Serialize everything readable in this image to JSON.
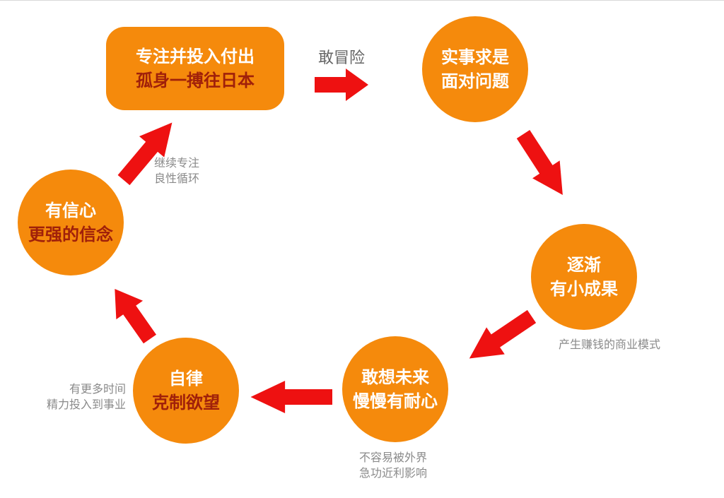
{
  "colors": {
    "node_fill": "#f58a0c",
    "arrow": "#ee1111",
    "dark_text": "#a0200a",
    "note_text": "#8a8a8a"
  },
  "nodes": {
    "top": {
      "line1": "专注并投入付出",
      "line2": "孤身一搏往日本"
    },
    "right_top": {
      "line1": "实事求是",
      "line2": "面对问题"
    },
    "right_mid": {
      "line1": "逐渐",
      "line2": "有小成果"
    },
    "bottom_right": {
      "line1": "敢想未来",
      "line2": "慢慢有耐心"
    },
    "bottom_left": {
      "line1": "自律",
      "line2": "克制欲望"
    },
    "left": {
      "line1": "有信心",
      "line2": "更强的信念"
    }
  },
  "labels": {
    "top_arrow": "敢冒险",
    "right_mid_note": "产生赚钱的商业模式",
    "bottom_right_note_1": "不容易被外界",
    "bottom_right_note_2": "急功近利影响",
    "bottom_left_note_1": "有更多时间",
    "bottom_left_note_2": "精力投入到事业",
    "left_note_1": "继续专注",
    "left_note_2": "良性循环"
  }
}
